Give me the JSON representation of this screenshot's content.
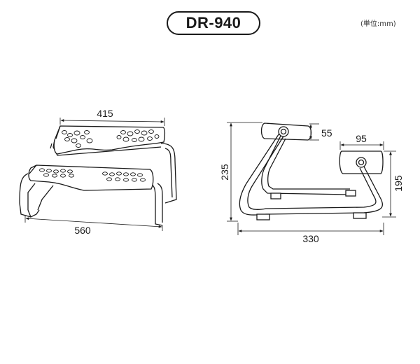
{
  "title": "DR-940",
  "unit_note": "(単位:mm)",
  "left_view": {
    "width_top": "415",
    "width_bottom": "560"
  },
  "right_view": {
    "pad_height": "55",
    "total_height": "235",
    "pad_width": "95",
    "rear_height": "195",
    "total_depth": "330"
  }
}
